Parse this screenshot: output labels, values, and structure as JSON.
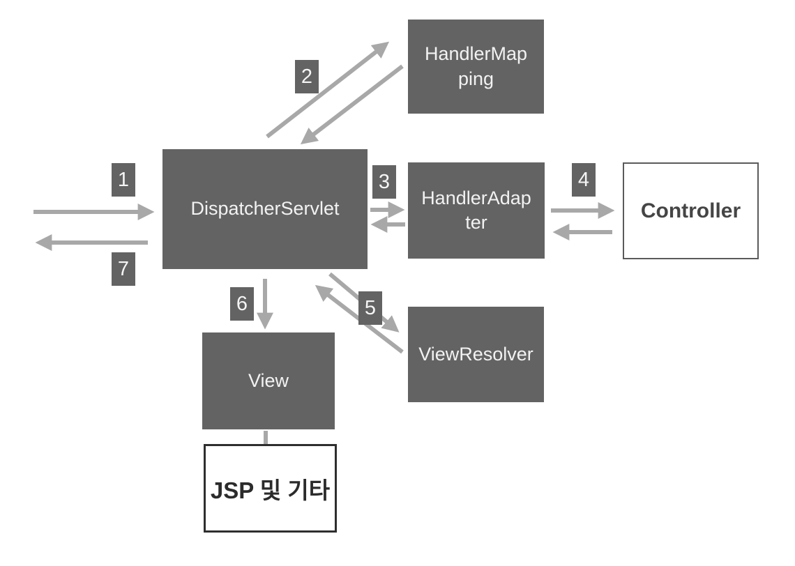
{
  "diagram": {
    "background": "#ffffff",
    "colors": {
      "node_fill": "#636363",
      "node_text": "#f2f2f2",
      "arrow": "#a8a8a8",
      "controller_border": "#5a5a5a",
      "jsp_border": "#2e2e2e",
      "outline_text": "#2b2b2b"
    },
    "nodes": {
      "handler_mapping": {
        "label": "HandlerMap\nping"
      },
      "dispatcher_servlet": {
        "label": "DispatcherServlet"
      },
      "handler_adapter": {
        "label": "HandlerAdap\nter"
      },
      "controller": {
        "label": "Controller"
      },
      "view_resolver": {
        "label": "ViewResolver"
      },
      "view": {
        "label": "View"
      },
      "jsp": {
        "label": "JSP 및 기타"
      }
    },
    "steps": {
      "s1": "1",
      "s2": "2",
      "s3": "3",
      "s4": "4",
      "s5": "5",
      "s6": "6",
      "s7": "7"
    }
  }
}
